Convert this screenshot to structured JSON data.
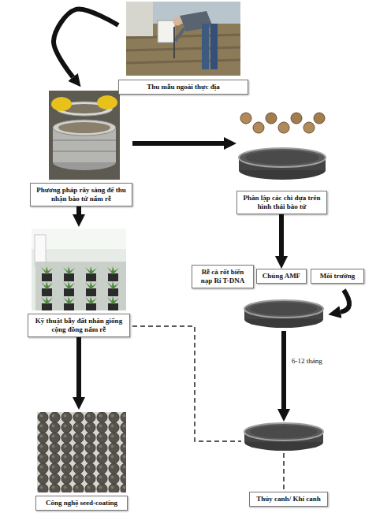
{
  "diagram": {
    "nodes": [
      {
        "text": [
          "Thu mẫu ngoài thực địa"
        ]
      },
      {
        "text": [
          "Phương pháp rây sàng để thu nhận bào tử nấm rễ"
        ]
      },
      {
        "text": [
          "Phân lập các chi dựa trên hình thái bào tử"
        ]
      },
      {
        "text": [
          "Kỹ thuật bẫy đất nhân giống cộng đồng nấm rễ"
        ]
      },
      {
        "text": [
          "Rễ cà rốt biến nạp Ri T-DNA"
        ]
      },
      {
        "text": [
          "Chủng AMF"
        ]
      },
      {
        "text": [
          "Môi trường"
        ]
      },
      {
        "text": [
          "Công nghệ seed-coating"
        ]
      },
      {
        "text": [
          "Thủy canh/ Khí canh"
        ]
      }
    ],
    "edges": [
      {
        "from": 0,
        "to": 1,
        "arrow": "to"
      },
      {
        "from": 1,
        "to": 2,
        "arrow": "to"
      },
      {
        "from": 1,
        "to": 3,
        "arrow": "to"
      },
      {
        "from": 2,
        "to": 5,
        "arrow": "to"
      },
      {
        "from": 3,
        "to": 7,
        "arrow": "to"
      }
    ],
    "labels": [
      "6-12 tháng"
    ]
  }
}
